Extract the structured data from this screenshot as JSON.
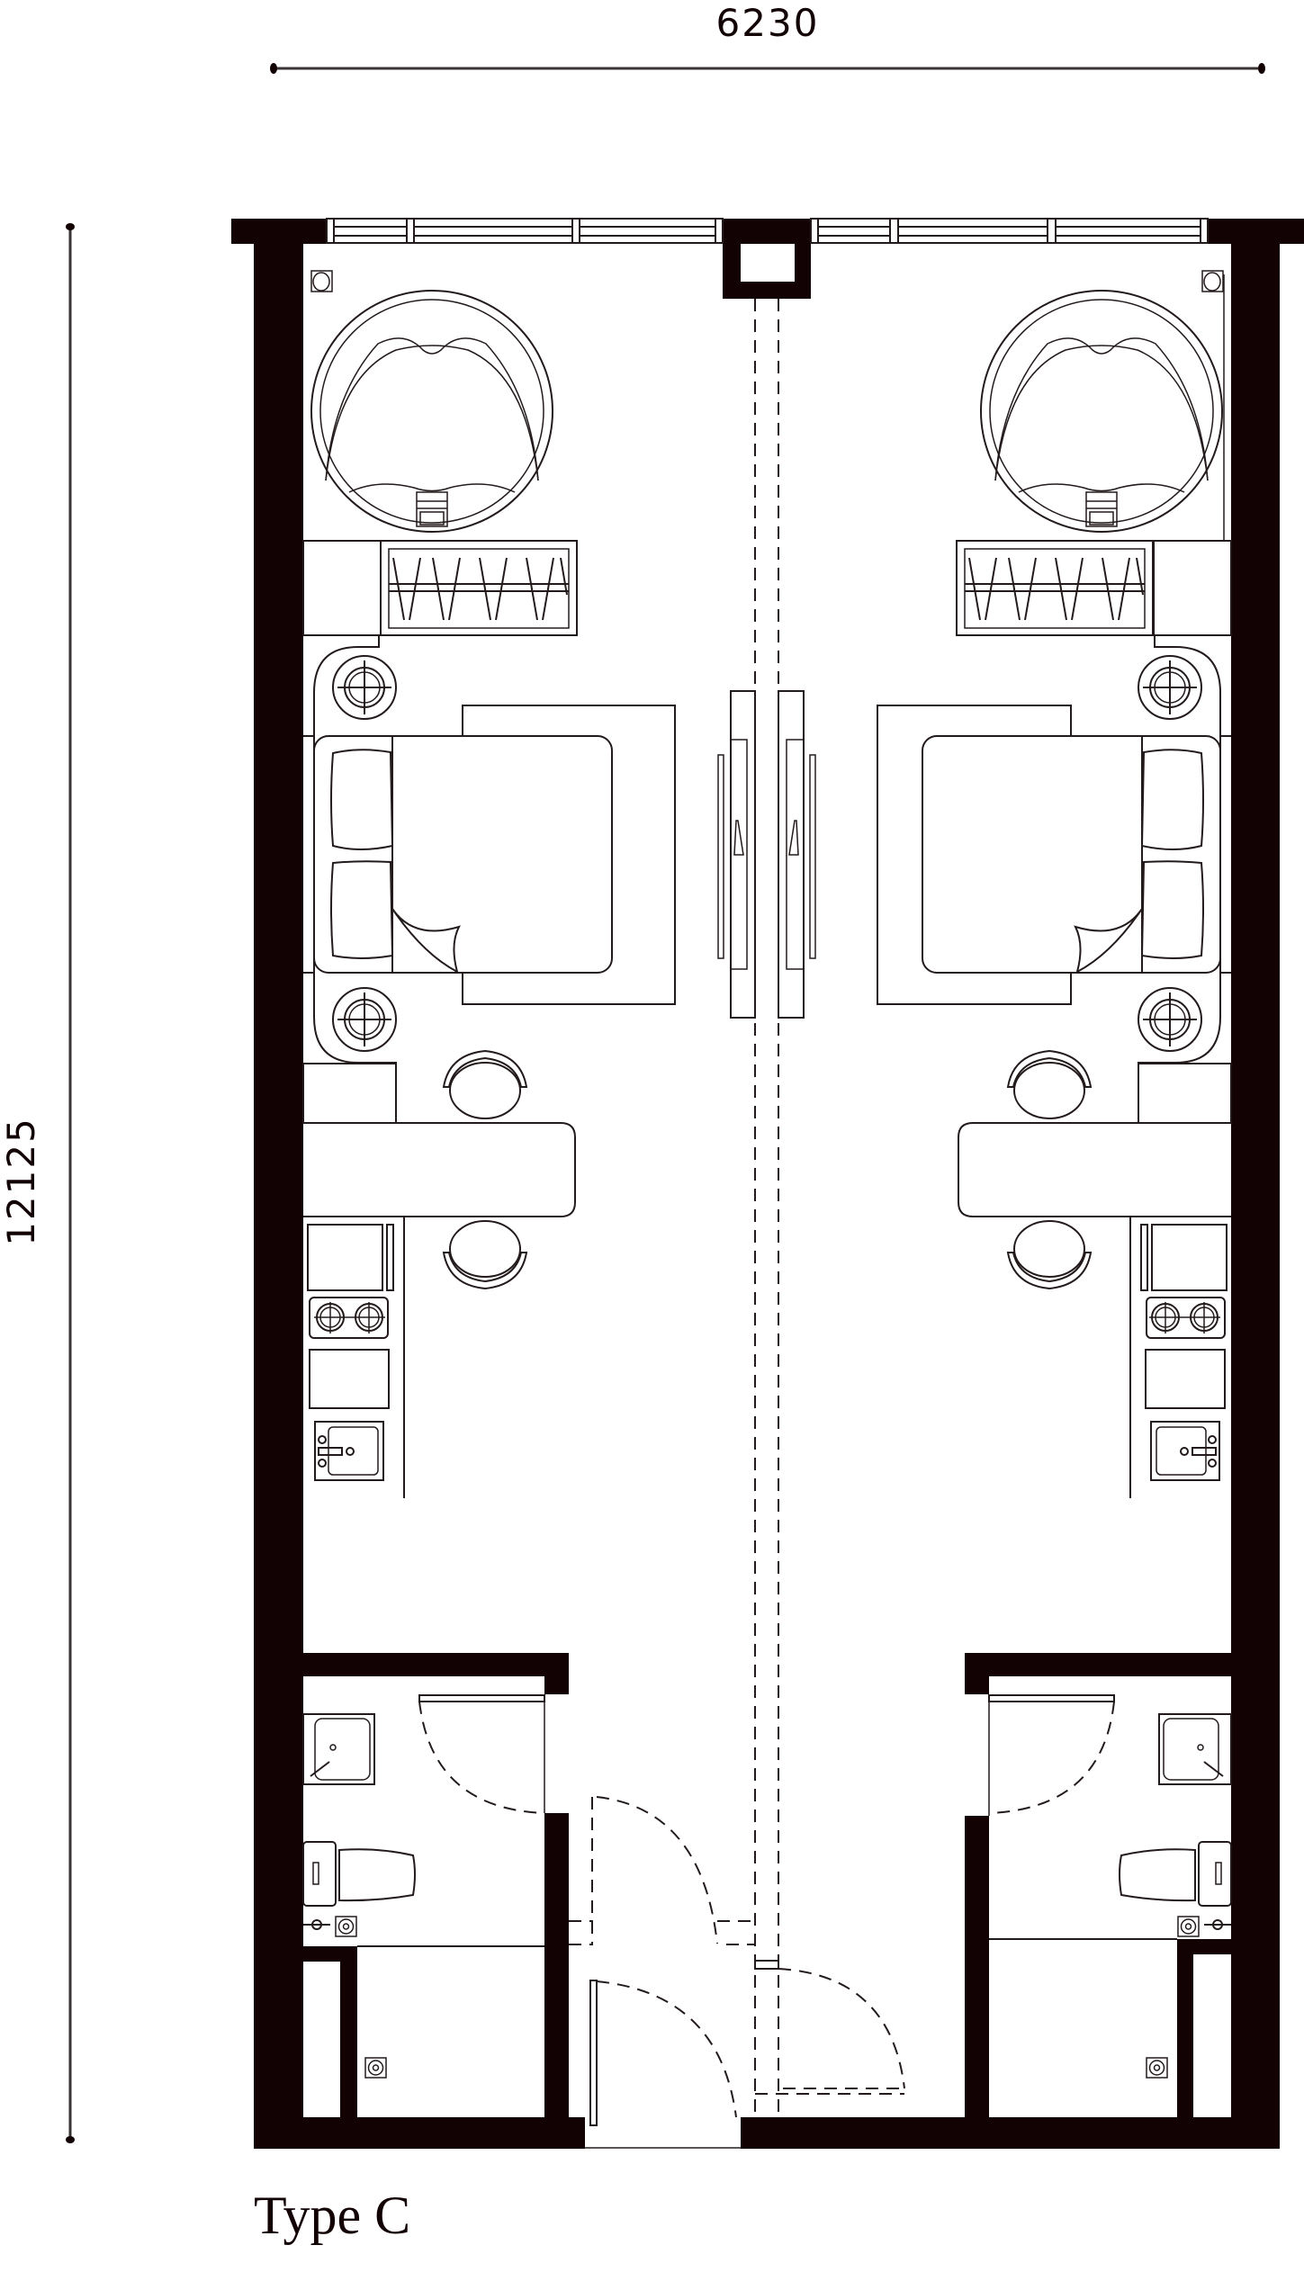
{
  "plan": {
    "unit_type_label": "Type C",
    "width_dimension": "6230",
    "depth_dimension": "12125",
    "colors": {
      "wall": "#120204",
      "line": "#231a1b",
      "background": "#ffffff"
    },
    "rooms": [
      {
        "name": "bathtub",
        "count": 2
      },
      {
        "name": "wardrobe",
        "count": 2
      },
      {
        "name": "double-bed",
        "count": 2
      },
      {
        "name": "nightstand",
        "count": 4
      },
      {
        "name": "tv-wall",
        "count": 2
      },
      {
        "name": "desk",
        "count": 2
      },
      {
        "name": "chair",
        "count": 4
      },
      {
        "name": "kitchenette",
        "count": 2
      },
      {
        "name": "bathroom",
        "count": 2
      },
      {
        "name": "entrance-door",
        "count": 1
      }
    ]
  }
}
